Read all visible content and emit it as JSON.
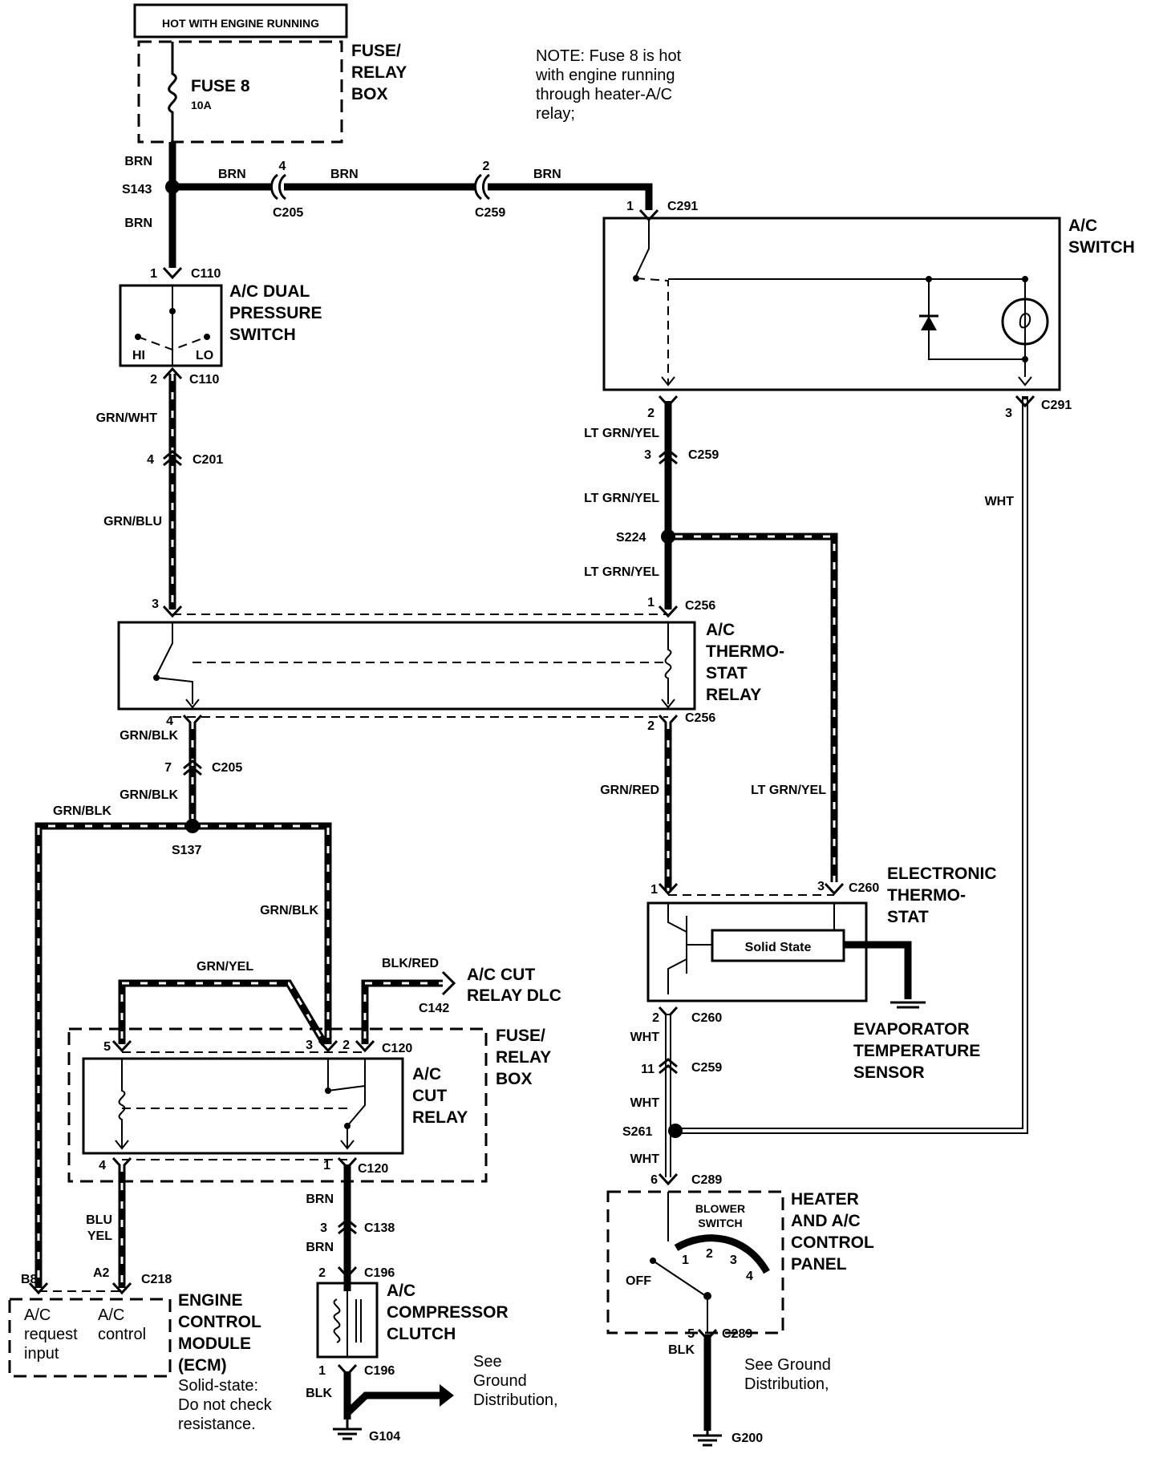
{
  "header": {
    "hot_label": "HOT WITH ENGINE RUNNING"
  },
  "note": {
    "lines": [
      "NOTE: Fuse 8 is hot",
      "with engine running",
      "through  heater-A/C",
      "relay;"
    ]
  },
  "fuse_box_top": {
    "name_lines": [
      "FUSE/",
      "RELAY",
      "BOX"
    ],
    "fuse_name": "FUSE 8",
    "fuse_rating": "10A"
  },
  "wires": {
    "brn": "BRN",
    "grn_wht": "GRN/WHT",
    "grn_blu": "GRN/BLU",
    "grn_blk": "GRN/BLK",
    "grn_yel": "GRN/YEL",
    "blk_red": "BLK/RED",
    "blu": "BLU",
    "yel": "YEL",
    "blk": "BLK",
    "lt_grn_yel": "LT GRN/YEL",
    "grn_red": "GRN/RED",
    "wht": "WHT"
  },
  "splices": {
    "s143": "S143",
    "s224": "S224",
    "s137": "S137",
    "s261": "S261"
  },
  "connectors": {
    "c110": "C110",
    "c201": "C201",
    "c205": "C205",
    "c259": "C259",
    "c291": "C291",
    "c256": "C256",
    "c260": "C260",
    "c120": "C120",
    "c142": "C142",
    "c138": "C138",
    "c196": "C196",
    "c218": "C218",
    "c289": "C289"
  },
  "pins": {
    "p1": "1",
    "p2": "2",
    "p3": "3",
    "p4": "4",
    "p5": "5",
    "p6": "6",
    "p7": "7",
    "p11": "11",
    "a2": "A2",
    "b8": "B8"
  },
  "components": {
    "dual_pressure": {
      "lines": [
        "A/C DUAL",
        "PRESSURE",
        "SWITCH"
      ],
      "hi": "HI",
      "lo": "LO"
    },
    "ac_switch": {
      "lines": [
        "A/C",
        "SWITCH"
      ]
    },
    "thermostat_relay": {
      "lines": [
        "A/C",
        "THERMO-",
        "STAT",
        "RELAY"
      ]
    },
    "electronic_thermostat": {
      "lines": [
        "ELECTRONIC",
        "THERMO-",
        "STAT"
      ],
      "solid_state": "Solid State"
    },
    "evap_sensor": {
      "lines": [
        "EVAPORATOR",
        "TEMPERATURE",
        "SENSOR"
      ]
    },
    "cut_relay": {
      "lines": [
        "A/C",
        "CUT",
        "RELAY"
      ]
    },
    "fuse_box_lower": {
      "lines": [
        "FUSE/",
        "RELAY",
        "BOX"
      ]
    },
    "cut_relay_dlc": {
      "lines": [
        "A/C CUT",
        "RELAY DLC"
      ]
    },
    "compressor_clutch": {
      "lines": [
        "A/C",
        "COMPRESSOR",
        "CLUTCH"
      ]
    },
    "ecm": {
      "lines": [
        "ENGINE",
        "CONTROL",
        "MODULE",
        "(ECM)"
      ],
      "note_lines": [
        "Solid-state:",
        "Do not check",
        "resistance."
      ],
      "request_lines": [
        "A/C",
        "request",
        "input"
      ],
      "control_lines": [
        "A/C",
        "control"
      ]
    },
    "heater_panel": {
      "lines": [
        "HEATER",
        "AND A/C",
        "CONTROL",
        "PANEL"
      ],
      "blower_lines": [
        "BLOWER",
        "SWITCH"
      ],
      "off": "OFF",
      "s1": "1",
      "s2": "2",
      "s3": "3",
      "s4": "4"
    }
  },
  "grounds": {
    "g104": "G104",
    "g200": "G200",
    "see_left_lines": [
      "See",
      "Ground",
      "Distribution,"
    ],
    "see_right_lines": [
      "See Ground",
      "Distribution,"
    ]
  }
}
